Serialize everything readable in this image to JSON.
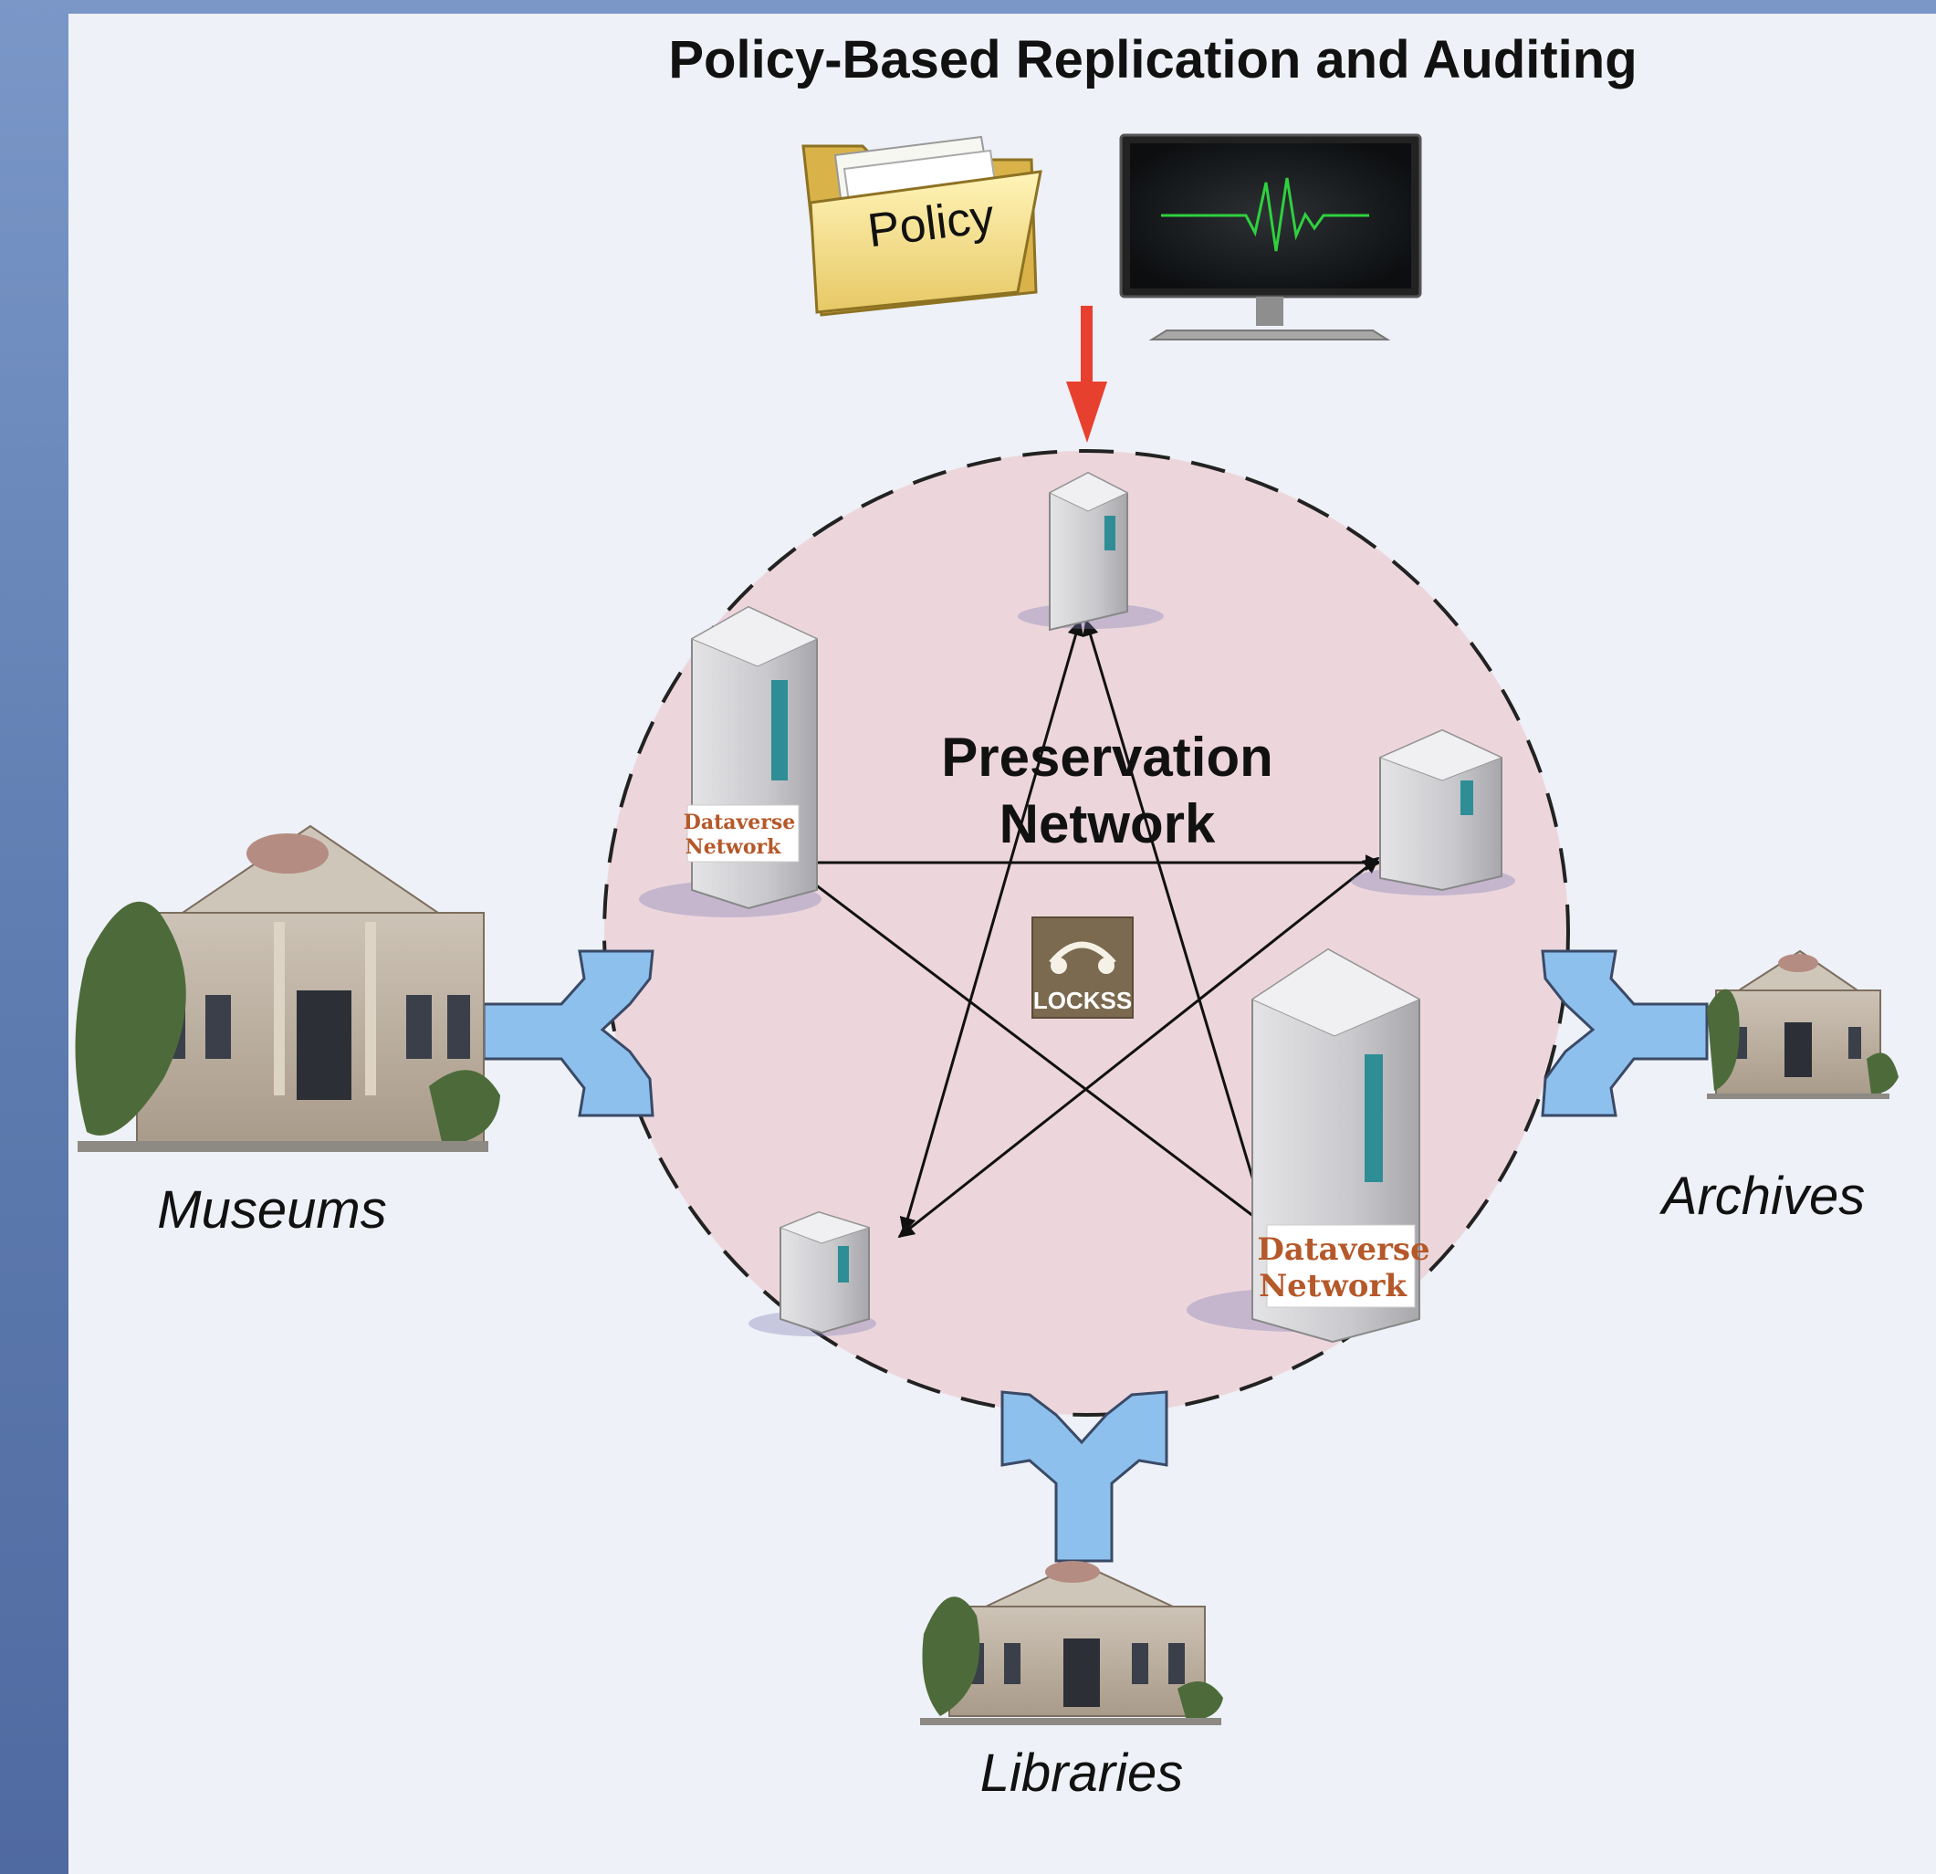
{
  "title": "Policy-Based Replication and Auditing",
  "policy_folder": {
    "label": "Policy",
    "icon": "folder-icon"
  },
  "monitor": {
    "icon": "monitor-heartbeat-icon"
  },
  "network": {
    "label_line1": "Preservation",
    "label_line2": "Network"
  },
  "lockss_badge": {
    "label": "LOCKSS"
  },
  "dataverse_badge": {
    "line1": "Dataverse",
    "line2": "Network"
  },
  "institutions": {
    "museums": "Museums",
    "archives": "Archives",
    "libraries": "Libraries"
  },
  "colors": {
    "circle_fill": "#ecd6dc",
    "arrow_blue": "#8ec0ee",
    "arrow_red": "#e8402f",
    "badge_text": "#b5582a"
  }
}
